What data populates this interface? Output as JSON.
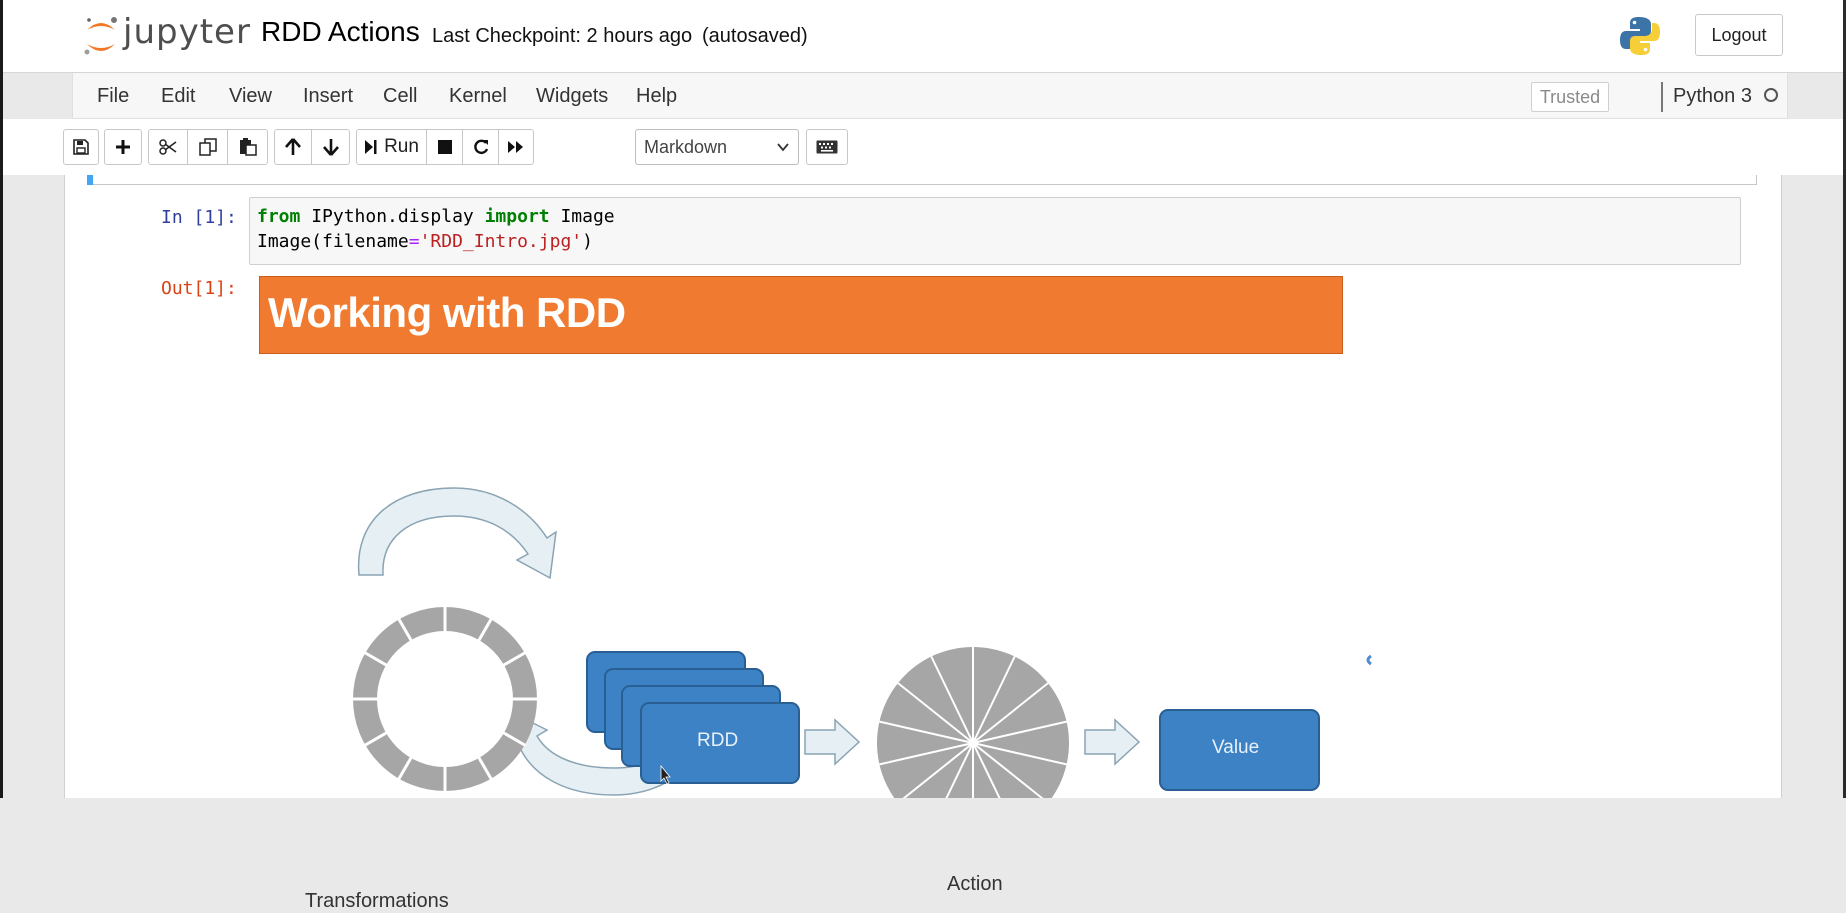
{
  "header": {
    "logo_text": "jupyter",
    "notebook_title": "RDD Actions",
    "checkpoint": "Last Checkpoint: 2 hours ago",
    "autosave_status": "(autosaved)",
    "logout_label": "Logout"
  },
  "menubar": {
    "items": [
      "File",
      "Edit",
      "View",
      "Insert",
      "Cell",
      "Kernel",
      "Widgets",
      "Help"
    ],
    "trusted_label": "Trusted",
    "kernel_name": "Python 3"
  },
  "toolbar": {
    "run_label": "Run",
    "cell_type": "Markdown",
    "icons": [
      "save-icon",
      "plus-icon",
      "scissors-icon",
      "copy-icon",
      "paste-icon",
      "arrow-up-icon",
      "arrow-down-icon",
      "run-icon",
      "stop-icon",
      "restart-icon",
      "fast-forward-icon",
      "keyboard-icon"
    ]
  },
  "cell": {
    "in_prompt": "In [1]:",
    "out_prompt": "Out[1]:",
    "code_line1": {
      "from": "from",
      "module": " IPython.display ",
      "import": "import",
      "name": " Image"
    },
    "code_line2": {
      "call": "Image(filename",
      "eq": "=",
      "str": "'RDD_Intro.jpg'",
      "close": ")"
    }
  },
  "output_image": {
    "banner_title": "Working with RDD",
    "rdd_label": "RDD",
    "value_label": "Value",
    "transformations_label": "Transformations",
    "action_label": "Action",
    "colors": {
      "banner": "#f07a2f",
      "box_blue": "#3d82c4",
      "gray": "#a6a6a6",
      "arrow_fill": "#e3eef4"
    }
  }
}
